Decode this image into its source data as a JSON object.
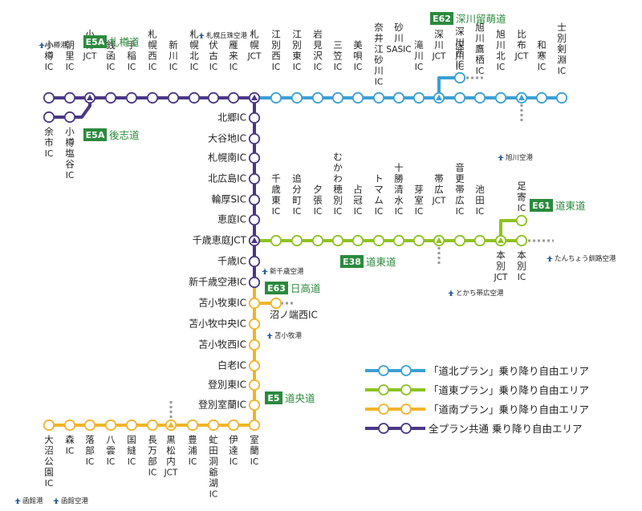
{
  "colors": {
    "dohoku": "#3ba0d4",
    "doto": "#8dc21f",
    "donan": "#f0b429",
    "common": "#4b3786",
    "badge": "#2b8a3e",
    "dot": "#999999"
  },
  "routes": [
    {
      "badge": "E5A",
      "name": "札樽道"
    },
    {
      "badge": "E5A",
      "name": "後志道"
    },
    {
      "badge": "E62",
      "name": "深川留萌道"
    },
    {
      "badge": "E63",
      "name": "日高道"
    },
    {
      "badge": "E38",
      "name": "道東道"
    },
    {
      "badge": "E61",
      "name": "道東道"
    },
    {
      "badge": "E5",
      "name": "道央道"
    }
  ],
  "airports": [
    "小樽港",
    "札幌丘珠空港",
    "旭川空港",
    "新千歳空港",
    "苫小牧港",
    "とかち帯広空港",
    "たんちょう釧路空港",
    "函館港",
    "函館空港"
  ],
  "legend": [
    {
      "label": "「道北プラン」乗り降り自由エリア",
      "color": "#3ba0d4"
    },
    {
      "label": "「道東プラン」乗り降り自由エリア",
      "color": "#8dc21f"
    },
    {
      "label": "「道南プラン」乗り降り自由エリア",
      "color": "#f0b429"
    },
    {
      "label": "全プラン共通 乗り降り自由エリア",
      "color": "#4b3786"
    }
  ],
  "top_stations": [
    "小樽IC",
    "朝里IC",
    "小樽JCT",
    "銭函IC",
    "手稲IC",
    "札幌西IC",
    "新川IC",
    "札幌北IC",
    "伏古IC",
    "雁来IC",
    "札幌JCT",
    "江別西IC",
    "江別東IC",
    "岩見沢IC",
    "三笠IC",
    "美唄IC",
    "奈井江砂川IC",
    "砂川SAスマートIC",
    "滝川IC",
    "深川JCT",
    "深川IC",
    "旭川鷹栖IC",
    "旭川北IC",
    "比布JCT",
    "和寒IC",
    "士別剣淵IC"
  ],
  "shiribeshi_stations": [
    "余市IC",
    "小樽塩谷IC"
  ],
  "rumoi_station": "深川西IC",
  "vertical_stations": [
    "北郷IC",
    "大谷地IC",
    "札幌南IC",
    "北広島IC",
    "輪厚SIC",
    "恵庭IC",
    "千歳恵庭JCT",
    "千歳IC",
    "新千歳空港IC",
    "苫小牧東IC",
    "苫小牧中央IC",
    "苫小牧西IC",
    "白老IC",
    "登別東IC",
    "登別室蘭IC"
  ],
  "hidaka_station": "沼ノ端西IC",
  "doto_stations": [
    "千歳東IC",
    "追分町IC",
    "夕張IC",
    "むかわ穂別IC",
    "占冠IC",
    "トマムIC",
    "十勝清水IC",
    "芽室IC",
    "帯広JCT",
    "音更帯広IC",
    "池田IC",
    "本別JCT",
    "本別IC"
  ],
  "ashoro_station": "足寄IC",
  "bottom_stations": [
    "大沼公園IC",
    "森IC",
    "落部IC",
    "八雲IC",
    "国縫IC",
    "長万部IC",
    "黒松内JCT",
    "豊浦IC",
    "虻田洞爺湖IC",
    "伊達IC",
    "室蘭IC"
  ]
}
